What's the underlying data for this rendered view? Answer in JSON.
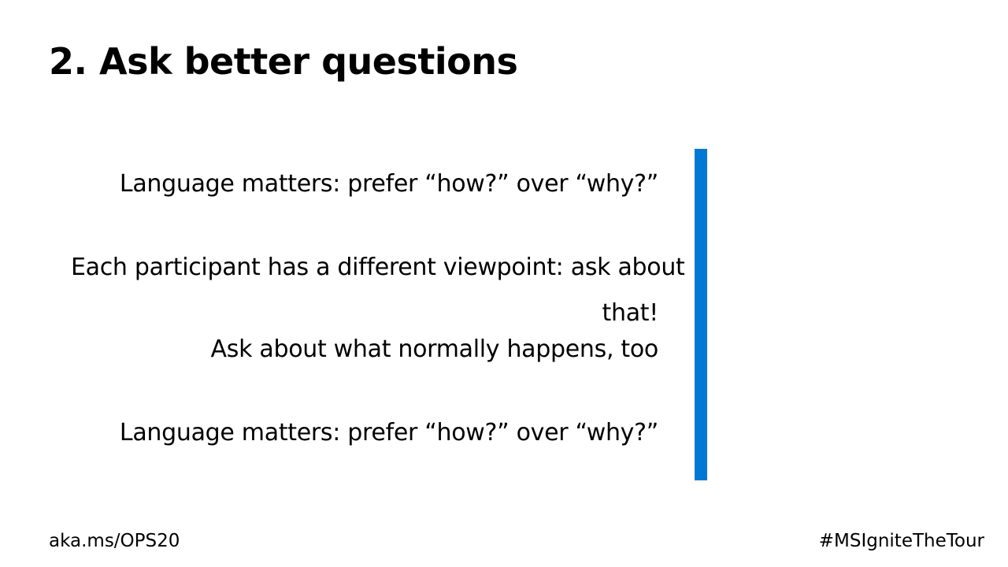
{
  "slide": {
    "title": "2. Ask better questions",
    "points": [
      {
        "text": "Language matters: prefer “how?” over “why?”"
      },
      {
        "line1": "Each participant has a different viewpoint: ask about",
        "line2": "that!"
      },
      {
        "text": "Ask about what normally happens, too"
      },
      {
        "text": "Language matters: prefer “how?” over “why?”"
      }
    ],
    "accent_color": "#0078d4"
  },
  "footer": {
    "link": "aka.ms/OPS20",
    "hashtag": "#MSIgniteTheTour"
  }
}
